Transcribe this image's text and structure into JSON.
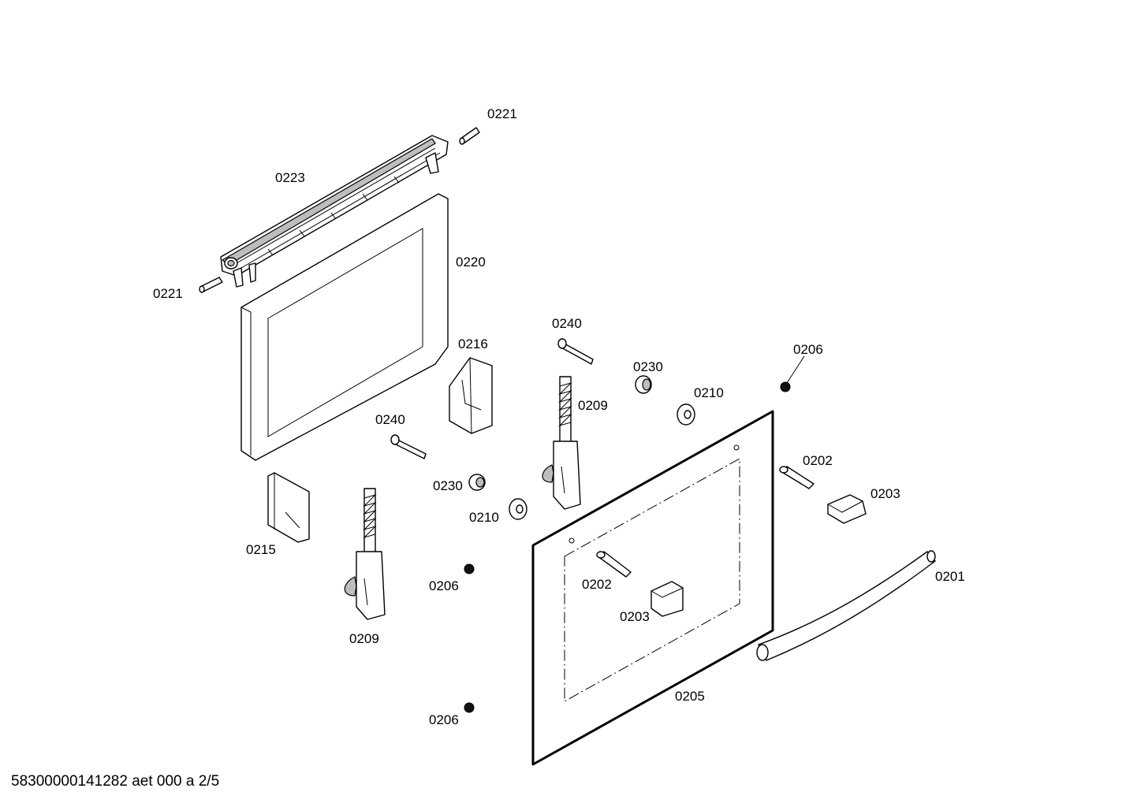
{
  "diagram": {
    "labels": {
      "l0221a": "0221",
      "l0223": "0223",
      "l0221b": "0221",
      "l0220": "0220",
      "l0240a": "0240",
      "l0216": "0216",
      "l0230a": "0230",
      "l0210a": "0210",
      "l0206a": "0206",
      "l0209a": "0209",
      "l0240b": "0240",
      "l0202a": "0202",
      "l0230b": "0230",
      "l0203a": "0203",
      "l0210b": "0210",
      "l0215": "0215",
      "l0201": "0201",
      "l0206b": "0206",
      "l0202b": "0202",
      "l0203b": "0203",
      "l0209b": "0209",
      "l0205": "0205",
      "l0206c": "0206"
    },
    "footer": "58300000141282 aet 000 a 2/5"
  }
}
